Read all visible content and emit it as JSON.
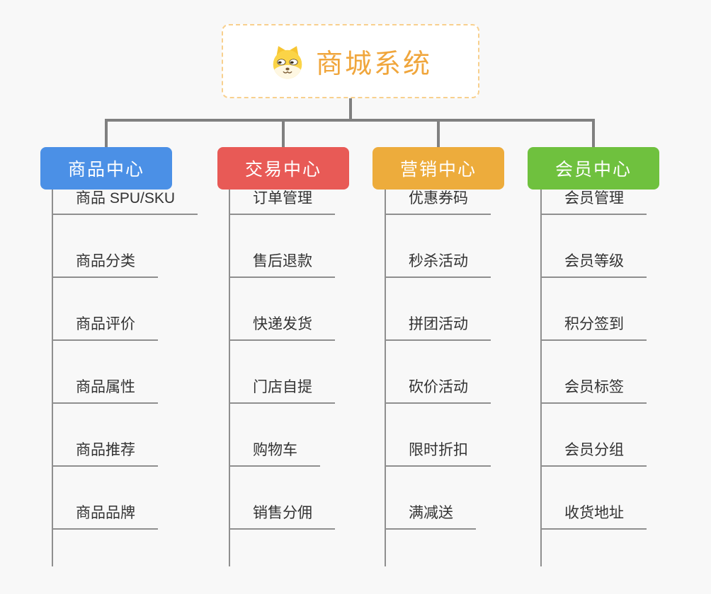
{
  "root": {
    "title": "商城系统",
    "icon": "dog-face-icon"
  },
  "branches": [
    {
      "label": "商品中心",
      "color": "#4b90e6",
      "items": [
        "商品 SPU/SKU",
        "商品分类",
        "商品评价",
        "商品属性",
        "商品推荐",
        "商品品牌"
      ]
    },
    {
      "label": "交易中心",
      "color": "#e85a56",
      "items": [
        "订单管理",
        "售后退款",
        "快递发货",
        "门店自提",
        "购物车",
        "销售分佣"
      ]
    },
    {
      "label": "营销中心",
      "color": "#edac3c",
      "items": [
        "优惠券码",
        "秒杀活动",
        "拼团活动",
        "砍价活动",
        "限时折扣",
        "满减送"
      ]
    },
    {
      "label": "会员中心",
      "color": "#6fc13e",
      "items": [
        "会员管理",
        "会员等级",
        "积分签到",
        "会员标签",
        "会员分组",
        "收货地址"
      ]
    }
  ],
  "colors": {
    "background": "#f8f8f8",
    "connector": "#808080",
    "item_line": "#8f8f8f",
    "item_text": "#333333",
    "root_border": "#f8d08e",
    "root_title": "#f0a63c",
    "header_text": "#ffffff"
  }
}
